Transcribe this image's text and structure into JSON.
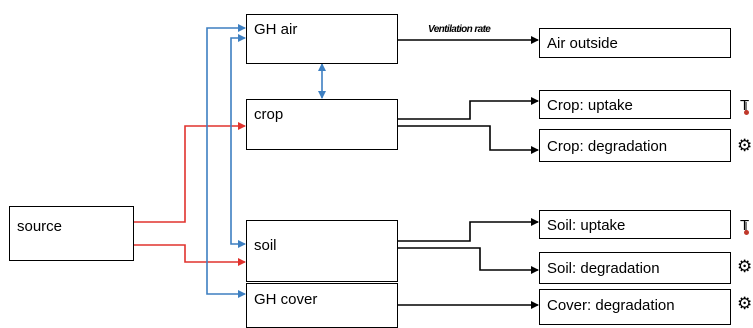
{
  "boxes": {
    "source": "source",
    "gh_air": "GH air",
    "crop": "crop",
    "soil": "soil",
    "gh_cover": "GH cover",
    "air_outside": "Air outside",
    "crop_uptake": "Crop: uptake",
    "crop_degradation": "Crop: degradation",
    "soil_uptake": "Soil: uptake",
    "soil_degradation": "Soil: degradation",
    "cover_degradation": "Cover: degradation"
  },
  "edge_label_ventilation": "Ventilation rate",
  "temperature_label": "T",
  "icons": {
    "temperature": "thermometer-icon",
    "process": "gear-icon"
  },
  "colors": {
    "source_flow": "#e0322d",
    "internal_flow": "#3d7fc1",
    "output_flow": "#000000",
    "thermometer_bulb": "#c0392b"
  }
}
